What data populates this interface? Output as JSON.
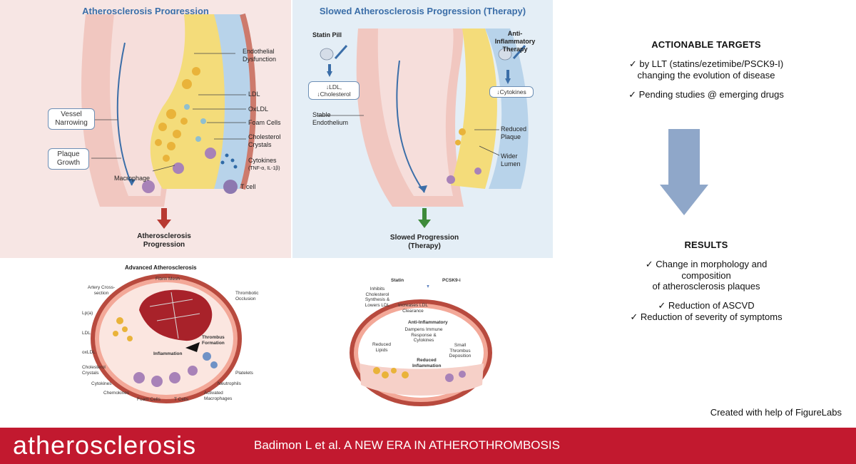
{
  "left_panel": {
    "title": "Atherosclerosis Progression",
    "labels": {
      "endothelial": "Endothelial Dysfunction",
      "ldl": "LDL",
      "oxldl": "OxLDL",
      "foam": "Foam Cells",
      "cholesterol": "Cholesterol Crystals",
      "cytokines": "Cytokines",
      "cytokines_sub": "(TNF-α, IL-1β)",
      "macrophage": "Macrophage",
      "tcell": "T cell"
    },
    "boxes": {
      "vessel": "Vessel Narrowing",
      "plaque": "Plaque Growth"
    },
    "caption": "Atherosclerosis Progression"
  },
  "right_panel": {
    "title": "Slowed Atherosclerosis Progression (Therapy)",
    "labels": {
      "statin": "Statin Pill",
      "anti": "Anti-Inflammatory Therapy",
      "stable": "Stable Endothelium",
      "reduced": "Reduced Plaque",
      "wider": "Wider Lumen"
    },
    "boxes": {
      "ldl": "↓LDL, ↓Cholesterol",
      "cyto": "↓Cytokines"
    },
    "caption": "Slowed Progression (Therapy)"
  },
  "advanced": {
    "title": "Advanced Atherosclerosis",
    "labels": {
      "fibrin": "Fibrin Mesh",
      "artery": "Artery Cross-section",
      "thrombotic": "Thrombotic Occlusion",
      "lpa": "Lp(a)",
      "ldl": "LDL",
      "oxldl": "oxLDL",
      "thrombus": "Thrombus Formation",
      "inflammation": "Inflammation",
      "cholcrys": "Cholesterol Crystals",
      "platelets": "Platelets",
      "cytokines": "Cytokines",
      "neutrophils": "Neutrophils",
      "chemokines": "Chemokines",
      "foam": "Foam Cells",
      "tcells": "T Cells",
      "activated": "Activated Macrophages"
    }
  },
  "therapy": {
    "labels": {
      "statin": "Statin",
      "pcsk9": "PCSK9-i",
      "inhibits": "Inhibits Cholesterol Synthesis & Lowers LDL",
      "increases": "Increases LDL Clearance",
      "anti": "Anti-Inflammatory",
      "dampens": "Dampens Immune Response & Cytokines",
      "reduced_lipids": "Reduced Lipids",
      "small_thrombus": "Small Thrombus Deposition",
      "reduced_infl": "Reduced Inflammation"
    }
  },
  "actionable": {
    "heading": "ACTIONABLE  TARGETS",
    "item1_line1": "✓  by LLT (statins/ezetimibe/PSCK9-I)",
    "item1_line2": "changing the evolution of disease",
    "item2": "✓  Pending  studies @ emerging drugs"
  },
  "results": {
    "heading": "RESULTS",
    "item1_line1": "✓  Change in morphology and",
    "item1_line2": "composition",
    "item1_line3": "of atherosclerosis plaques",
    "item2": "✓  Reduction of ASCVD",
    "item3": "✓  Reduction of severity of symptoms"
  },
  "credit": "Created with help of FigureLabs",
  "footer": {
    "journal": "atherosclerosis",
    "reference": "Badimon L et al. A NEW ERA IN ATHEROTHROMBOSIS"
  },
  "colors": {
    "footer": "#c2192f",
    "title_blue": "#3b6ea8",
    "arrow_gray": "#8fa7c9",
    "down_red": "#b83a32",
    "down_green": "#3d8a3a"
  }
}
